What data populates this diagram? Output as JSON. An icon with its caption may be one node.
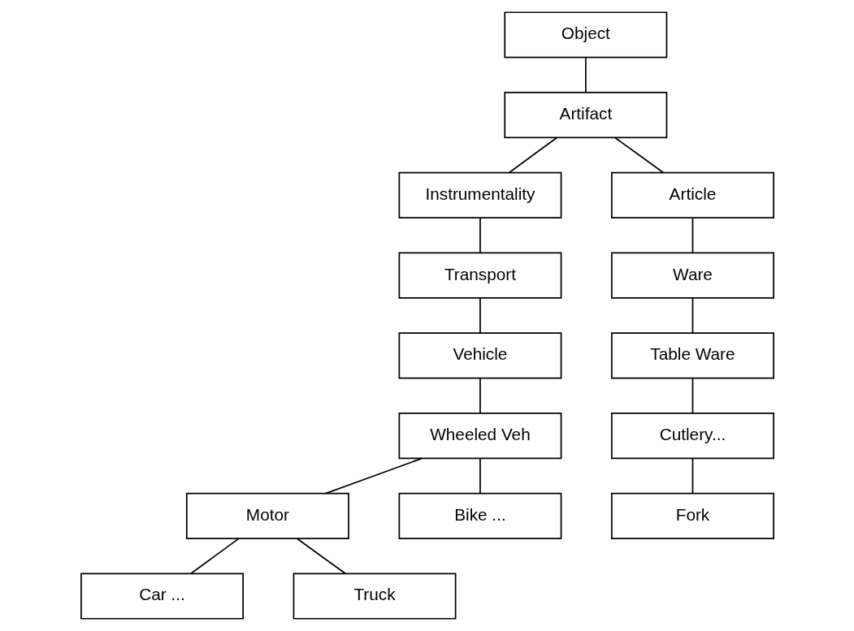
{
  "diagram": {
    "nodes": [
      {
        "text": [
          "Object"
        ]
      },
      {
        "text": [
          "Artifact"
        ]
      },
      {
        "text": [
          "Instrumentality"
        ]
      },
      {
        "text": [
          "Article"
        ]
      },
      {
        "text": [
          "Transport"
        ]
      },
      {
        "text": [
          "Ware"
        ]
      },
      {
        "text": [
          "Vehicle"
        ]
      },
      {
        "text": [
          "Table Ware"
        ]
      },
      {
        "text": [
          "Wheeled Veh"
        ]
      },
      {
        "text": [
          "Cutlery..."
        ]
      },
      {
        "text": [
          "Motor"
        ]
      },
      {
        "text": [
          "Bike ..."
        ]
      },
      {
        "text": [
          "Fork"
        ]
      },
      {
        "text": [
          "Car ..."
        ]
      },
      {
        "text": [
          "Truck"
        ]
      }
    ],
    "edges": [
      {
        "from": 0,
        "to": 1,
        "arrow": "none"
      },
      {
        "from": 1,
        "to": 2,
        "arrow": "none"
      },
      {
        "from": 1,
        "to": 3,
        "arrow": "none"
      },
      {
        "from": 2,
        "to": 4,
        "arrow": "none"
      },
      {
        "from": 4,
        "to": 6,
        "arrow": "none"
      },
      {
        "from": 6,
        "to": 8,
        "arrow": "none"
      },
      {
        "from": 8,
        "to": 10,
        "arrow": "none"
      },
      {
        "from": 8,
        "to": 11,
        "arrow": "none"
      },
      {
        "from": 10,
        "to": 13,
        "arrow": "none"
      },
      {
        "from": 10,
        "to": 14,
        "arrow": "none"
      },
      {
        "from": 3,
        "to": 5,
        "arrow": "none"
      },
      {
        "from": 5,
        "to": 7,
        "arrow": "none"
      },
      {
        "from": 7,
        "to": 9,
        "arrow": "none"
      },
      {
        "from": 9,
        "to": 12,
        "arrow": "none"
      }
    ]
  }
}
